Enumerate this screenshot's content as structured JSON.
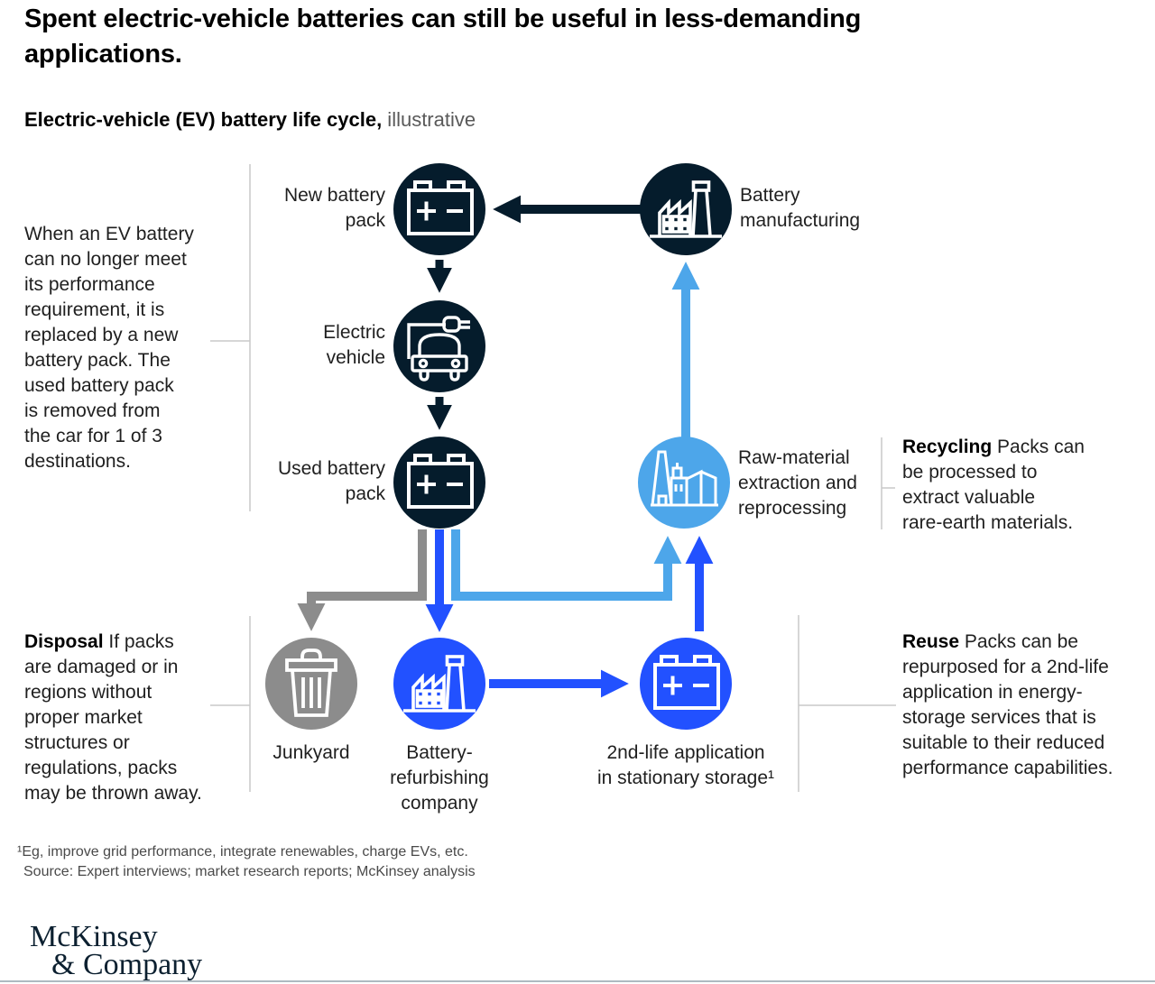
{
  "header": {
    "title": "Spent electric-vehicle batteries can still be useful in less-demanding\napplications.",
    "subtitle_bold": "Electric-vehicle (EV) battery life cycle,",
    "subtitle_light": " illustrative"
  },
  "annotations": {
    "replacement_text": "When an EV battery\ncan no longer meet\nits performance\nrequirement, it is\nreplaced by a new\nbattery pack. The\nused battery pack\nis removed from\nthe car for 1 of 3\ndestinations.",
    "disposal_label": "Disposal",
    "disposal_text": " If packs\nare damaged or in\nregions without\nproper market\nstructures or\nregulations, packs\nmay be thrown away.",
    "recycling_label": "Recycling",
    "recycling_text": " Packs can\nbe processed to\nextract valuable\nrare-earth materials.",
    "reuse_label": "Reuse",
    "reuse_text": " Packs can be\nrepurposed for a 2nd-life\napplication in energy-\nstorage services that is\nsuitable to their reduced\nperformance capabilities."
  },
  "nodes": {
    "new_battery_pack": {
      "label": "New battery\npack",
      "icon": "battery-icon",
      "color": "#051c2c"
    },
    "battery_manufacturing": {
      "label": "Battery\nmanufacturing",
      "icon": "factory-icon",
      "color": "#051c2c"
    },
    "electric_vehicle": {
      "label": "Electric\nvehicle",
      "icon": "ev-car-icon",
      "color": "#051c2c"
    },
    "used_battery_pack": {
      "label": "Used battery\npack",
      "icon": "battery-icon",
      "color": "#051c2c"
    },
    "raw_material": {
      "label": "Raw-material\nextraction and\nreprocessing",
      "icon": "plant-icon",
      "color": "#4da6ea"
    },
    "junkyard": {
      "label": "Junkyard",
      "icon": "trash-icon",
      "color": "#8c8c8c"
    },
    "battery_refurbishing": {
      "label": "Battery-\nrefurbishing\ncompany",
      "icon": "factory-icon",
      "color": "#2251ff"
    },
    "second_life": {
      "label": "2nd-life application\nin stationary storage¹",
      "icon": "battery-icon",
      "color": "#2251ff"
    }
  },
  "edges": [
    {
      "from": "battery_manufacturing",
      "to": "new_battery_pack",
      "color": "#051c2c"
    },
    {
      "from": "new_battery_pack",
      "to": "electric_vehicle",
      "color": "#051c2c"
    },
    {
      "from": "electric_vehicle",
      "to": "used_battery_pack",
      "color": "#051c2c"
    },
    {
      "from": "used_battery_pack",
      "to": "junkyard",
      "color": "#8c8c8c"
    },
    {
      "from": "used_battery_pack",
      "to": "battery_refurbishing",
      "color": "#2251ff"
    },
    {
      "from": "used_battery_pack",
      "to": "raw_material",
      "color": "#4da6ea"
    },
    {
      "from": "battery_refurbishing",
      "to": "second_life",
      "color": "#2251ff"
    },
    {
      "from": "second_life",
      "to": "raw_material",
      "color": "#2251ff"
    },
    {
      "from": "raw_material",
      "to": "battery_manufacturing",
      "color": "#4da6ea"
    }
  ],
  "colors": {
    "dark_navy": "#051c2c",
    "electric_blue": "#2251ff",
    "light_blue": "#4da6ea",
    "gray": "#8c8c8c",
    "bracket_gray": "#c9c9c9"
  },
  "footnotes": {
    "line1": "¹Eg, improve grid performance, integrate renewables, charge EVs, etc.",
    "line2": "Source: Expert interviews; market research reports; McKinsey analysis"
  },
  "logo": {
    "line1": "McKinsey",
    "line2": "& Company"
  }
}
